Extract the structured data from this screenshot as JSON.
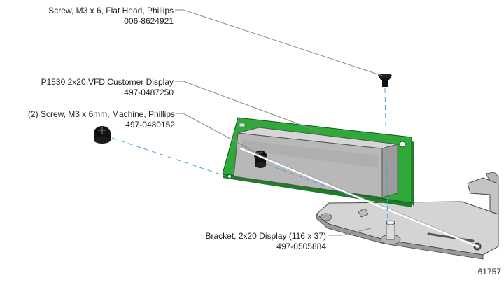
{
  "callouts": {
    "top_screw": {
      "name": "Screw, M3 x 6, Flat Head, Phillips",
      "part_number": "006-8624921"
    },
    "display": {
      "name": "P1530 2x20 VFD Customer Display",
      "part_number": "497-0487250"
    },
    "machine_screws": {
      "name": "(2) Screw, M3 x 6mm, Machine, Phillips",
      "part_number": "497-0480152"
    },
    "bracket": {
      "name": "Bracket, 2x20 Display (116 x 37)",
      "part_number": "497-0505884"
    }
  },
  "figure_number": "61757",
  "colors": {
    "pcb_green": "#2faa3a",
    "bracket_gray": "#c9c9c9",
    "leader_line": "#888888",
    "axis_line": "#4aa0d8",
    "screw_black": "#111111"
  }
}
